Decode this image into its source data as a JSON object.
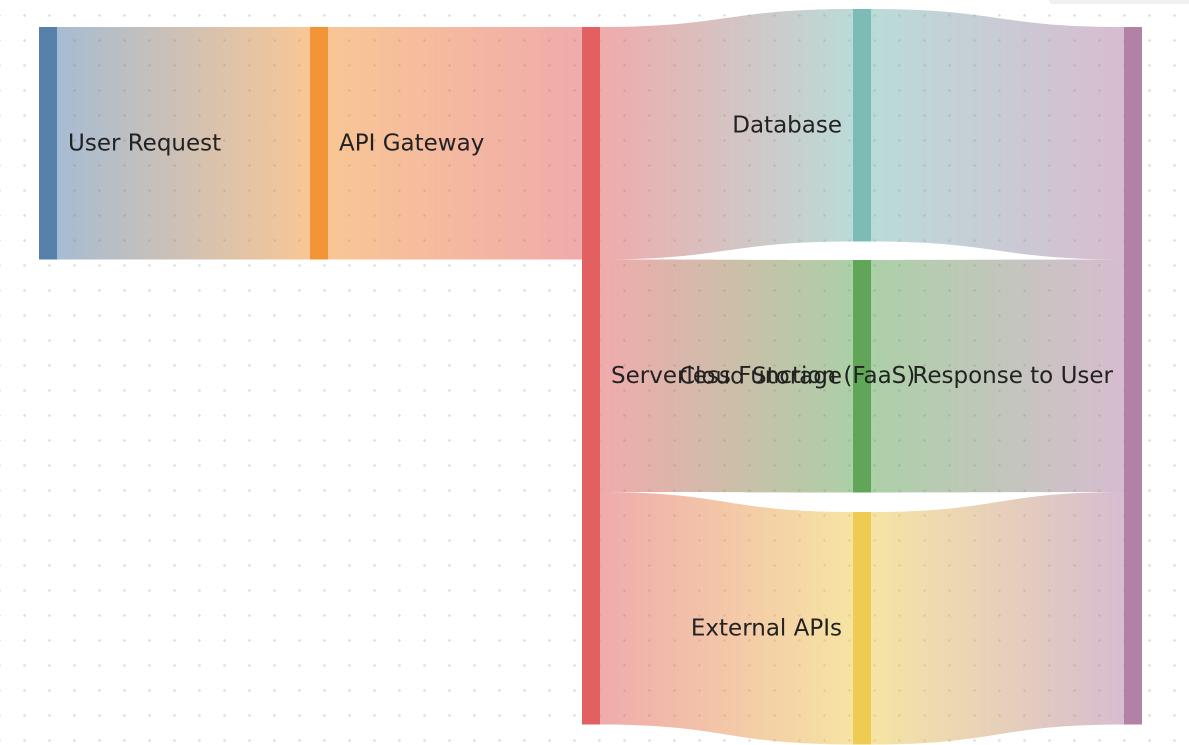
{
  "diagram": {
    "type": "sankey",
    "nodes": [
      {
        "id": "user_request",
        "label": "User Request",
        "color": "#4e79a7"
      },
      {
        "id": "api_gateway",
        "label": "API Gateway",
        "color": "#f28e2b"
      },
      {
        "id": "serverless",
        "label": "Serverless Function (FaaS)",
        "color": "#e15759"
      },
      {
        "id": "database",
        "label": "Database",
        "color": "#76b7b2"
      },
      {
        "id": "cloud_storage",
        "label": "Cloud Storage",
        "color": "#59a14f"
      },
      {
        "id": "external_apis",
        "label": "External APIs",
        "color": "#edc948"
      },
      {
        "id": "response",
        "label": "Response to User",
        "color": "#b07aa1"
      }
    ],
    "links": [
      {
        "source": "user_request",
        "target": "api_gateway",
        "value": 1
      },
      {
        "source": "api_gateway",
        "target": "serverless",
        "value": 1
      },
      {
        "source": "serverless",
        "target": "database",
        "value": 1
      },
      {
        "source": "serverless",
        "target": "cloud_storage",
        "value": 1
      },
      {
        "source": "serverless",
        "target": "external_apis",
        "value": 1
      },
      {
        "source": "database",
        "target": "response",
        "value": 1
      },
      {
        "source": "cloud_storage",
        "target": "response",
        "value": 1
      },
      {
        "source": "external_apis",
        "target": "response",
        "value": 1
      }
    ]
  }
}
